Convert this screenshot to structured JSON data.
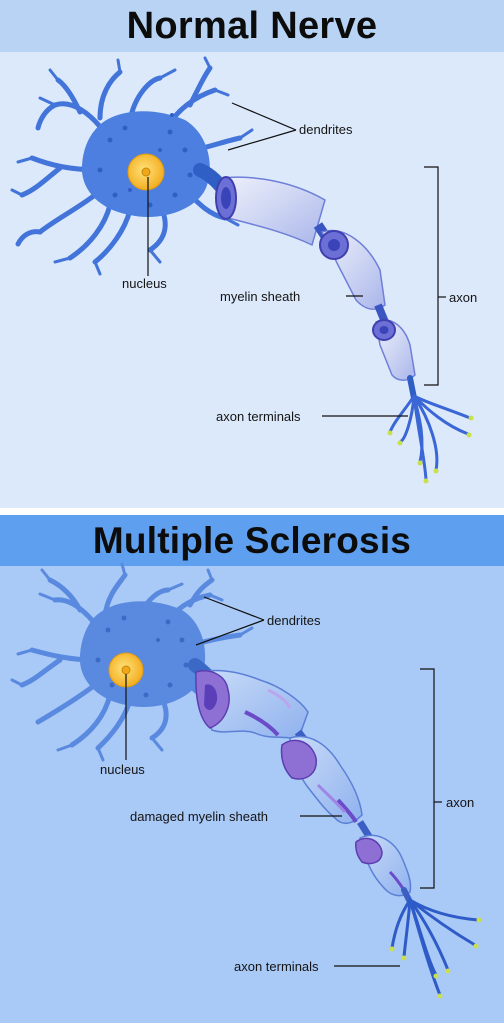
{
  "normal": {
    "title": "Normal Nerve",
    "labels": {
      "dendrites": "dendrites",
      "nucleus": "nucleus",
      "myelin": "myelin sheath",
      "axon": "axon",
      "terminals": "axon terminals"
    }
  },
  "ms": {
    "title": "Multiple Sclerosis",
    "labels": {
      "dendrites": "dendrites",
      "nucleus": "nucleus",
      "myelin": "damaged myelin sheath",
      "axon": "axon",
      "terminals": "axon terminals"
    }
  },
  "colors": {
    "top_header": "#b9d3f4",
    "top_background": "#dce9fb",
    "bottom_header": "#5ea0ef",
    "bottom_background": "#a9c9f6",
    "cell_body": "#4d7fe0",
    "nucleus": "#f7c430",
    "myelin": "#c9d3f2",
    "damaged_myelin": "#9c88e0"
  }
}
